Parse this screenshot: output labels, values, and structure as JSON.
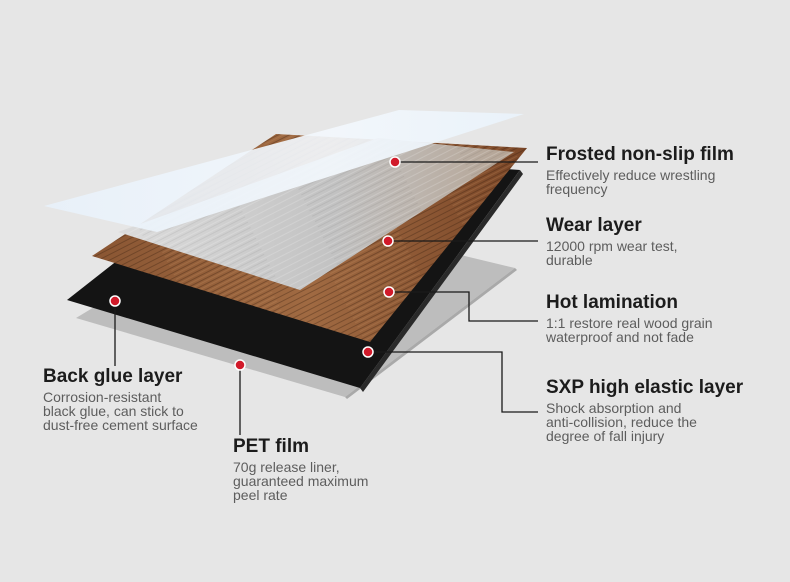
{
  "layers": [
    {
      "id": "frosted",
      "title": "Frosted non-slip film",
      "desc": "Effectively reduce wrestling\nfrequency"
    },
    {
      "id": "wear",
      "title": "Wear layer",
      "desc": "12000 rpm wear test,\ndurable"
    },
    {
      "id": "hot",
      "title": "Hot lamination",
      "desc": "1:1 restore real wood grain\nwaterproof and not fade"
    },
    {
      "id": "sxp",
      "title": "SXP high elastic layer",
      "desc": "Shock absorption and\nanti-collision, reduce the\ndegree of fall injury"
    },
    {
      "id": "backglue",
      "title": "Back glue layer",
      "desc": "Corrosion-resistant\nblack glue, can stick to\ndust-free cement surface"
    },
    {
      "id": "pet",
      "title": "PET film",
      "desc": "70g release liner,\nguaranteed maximum\npeel rate"
    }
  ],
  "colors": {
    "background": "#e6e6e6",
    "marker": "#d11a2a",
    "leader_line": "#1a1a1a",
    "frosted_film": "#eef5fb",
    "wood_light": "#c9c9c9",
    "wood_dark": "#7b4a2a",
    "black_layer": "#151515",
    "pet_film": "#bdbdbd"
  }
}
